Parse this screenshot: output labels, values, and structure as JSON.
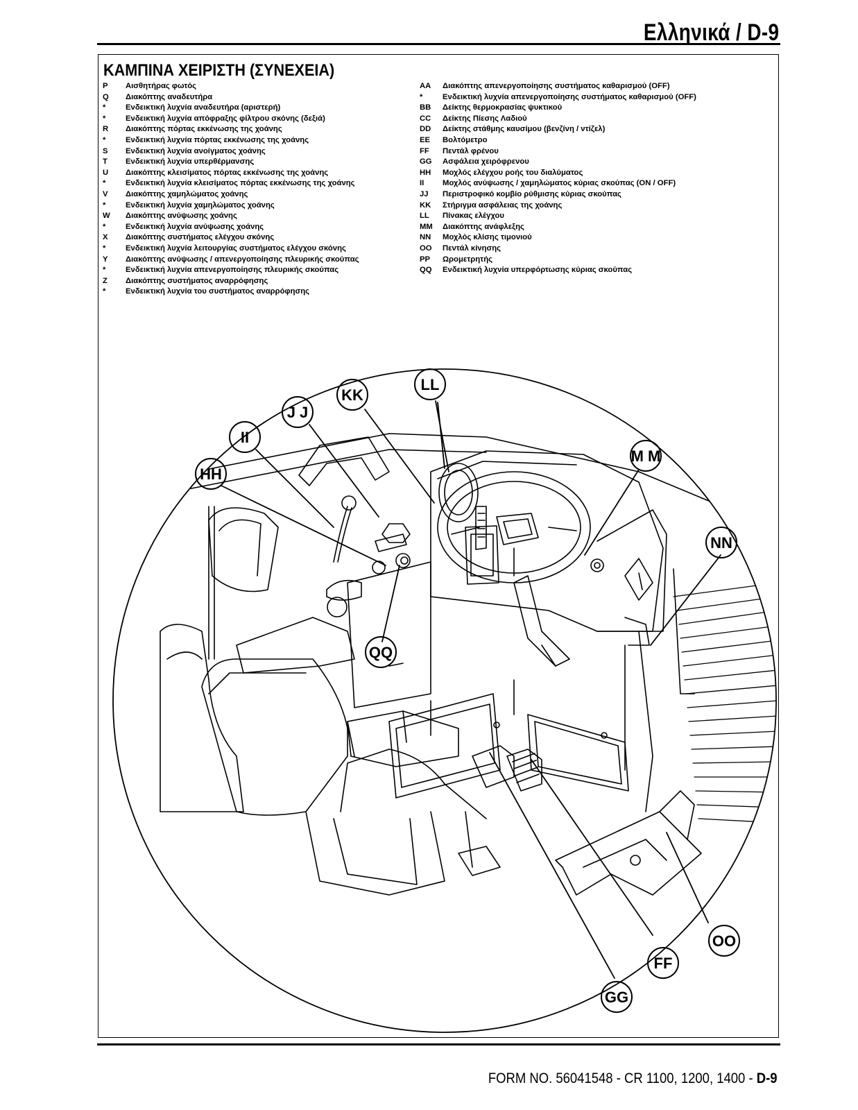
{
  "header": {
    "title": "Ελληνικά / D-9"
  },
  "section_title": "ΚΑΜΠΙΝΑ ΧΕΙΡΙΣΤΗ (ΣΥΝΕΧΕΙΑ)",
  "legend_left": [
    {
      "code": "P",
      "desc": "Αισθητήρας φωτός"
    },
    {
      "code": "Q",
      "desc": "Διακόπτης αναδευτήρα"
    },
    {
      "code": "*",
      "desc": "Ενδεικτική λυχνία αναδευτήρα (αριστερή)"
    },
    {
      "code": "*",
      "desc": "Ενδεικτική λυχνία απόφραξης φίλτρου σκόνης (δεξιά)"
    },
    {
      "code": "R",
      "desc": "Διακόπτης πόρτας εκκένωσης της χοάνης"
    },
    {
      "code": "*",
      "desc": "Ενδεικτική λυχνία πόρτας εκκένωσης της χοάνης"
    },
    {
      "code": "S",
      "desc": "Ενδεικτική λυχνία ανοίγματος χοάνης"
    },
    {
      "code": "T",
      "desc": "Ενδεικτική λυχνία υπερθέρμανσης"
    },
    {
      "code": "U",
      "desc": "Διακόπτης κλεισίματος πόρτας εκκένωσης της χοάνης"
    },
    {
      "code": "*",
      "desc": "Ενδεικτική λυχνία κλεισίματος πόρτας εκκένωσης της χοάνης"
    },
    {
      "code": "V",
      "desc": "Διακόπτης χαμηλώματος χοάνης"
    },
    {
      "code": "*",
      "desc": "Ενδεικτική λυχνία χαμηλώματος χοάνης"
    },
    {
      "code": "W",
      "desc": "Διακόπτης ανύψωσης χοάνης"
    },
    {
      "code": "*",
      "desc": "Ενδεικτική λυχνία ανύψωσης χοάνης"
    },
    {
      "code": "X",
      "desc": "Διακόπτης συστήματος ελέγχου σκόνης"
    },
    {
      "code": "*",
      "desc": "Ενδεικτική λυχνία λειτουργίας συστήματος ελέγχου σκόνης"
    },
    {
      "code": "Y",
      "desc": "Διακόπτης ανύψωσης / απενεργοποίησης πλευρικής σκούπας"
    },
    {
      "code": "*",
      "desc": "Ενδεικτική λυχνία απενεργοποίησης πλευρικής σκούπας"
    },
    {
      "code": "Z",
      "desc": "Διακόπτης συστήματος αναρρόφησης"
    },
    {
      "code": "*",
      "desc": "Ενδεικτική λυχνία του συστήματος αναρρόφησης"
    }
  ],
  "legend_right": [
    {
      "code": "AA",
      "desc": "Διακόπτης απενεργοποίησης συστήματος καθαρισμού (OFF)"
    },
    {
      "code": "*",
      "desc": "Ενδεικτική λυχνία απενεργοποίησης συστήματος καθαρισμού (OFF)"
    },
    {
      "code": "BB",
      "desc": "Δείκτης θερμοκρασίας ψυκτικού"
    },
    {
      "code": "CC",
      "desc": "Δείκτης Πίεσης Λαδιού"
    },
    {
      "code": "DD",
      "desc": "Δείκτης στάθμης καυσίμου (βενζίνη / ντίζελ)"
    },
    {
      "code": "EE",
      "desc": "Βολτόμετρο"
    },
    {
      "code": "FF",
      "desc": "Πεντάλ φρένου"
    },
    {
      "code": "GG",
      "desc": "Ασφάλεια χειρόφρενου"
    },
    {
      "code": "HH",
      "desc": "Μοχλός ελέγχου ροής του διαλύματος"
    },
    {
      "code": "II",
      "desc": "Μοχλός ανύψωσης / χαμηλώματος κύριας σκούπας (ON / OFF)"
    },
    {
      "code": "JJ",
      "desc": "Περιστροφικό κομβίο ρύθμισης κύριας σκούπας"
    },
    {
      "code": "KK",
      "desc": "Στήριγμα ασφάλειας της χοάνης"
    },
    {
      "code": "LL",
      "desc": "Πίνακας ελέγχου"
    },
    {
      "code": "MM",
      "desc": "Διακόπτης ανάφλεξης"
    },
    {
      "code": "NN",
      "desc": "Μοχλός κλίσης τιμονιού"
    },
    {
      "code": "OO",
      "desc": "Πεντάλ κίνησης"
    },
    {
      "code": "PP",
      "desc": "Ωρομετρητής"
    },
    {
      "code": "QQ",
      "desc": "Ενδεικτική λυχνία υπερφόρτωσης κύριας σκούπας"
    }
  ],
  "callouts": [
    {
      "id": "HH",
      "label": "HH"
    },
    {
      "id": "II",
      "label": "II"
    },
    {
      "id": "JJ",
      "label": "J J"
    },
    {
      "id": "KK",
      "label": "KK"
    },
    {
      "id": "LL",
      "label": "LL"
    },
    {
      "id": "MM",
      "label": "M M"
    },
    {
      "id": "NN",
      "label": "NN"
    },
    {
      "id": "QQ",
      "label": "QQ"
    },
    {
      "id": "OO",
      "label": "OO"
    },
    {
      "id": "FF",
      "label": "FF"
    },
    {
      "id": "GG",
      "label": "GG"
    }
  ],
  "footer": {
    "text": "FORM NO. 56041548 - CR 1100, 1200, 1400 - ",
    "page": "D-9"
  }
}
